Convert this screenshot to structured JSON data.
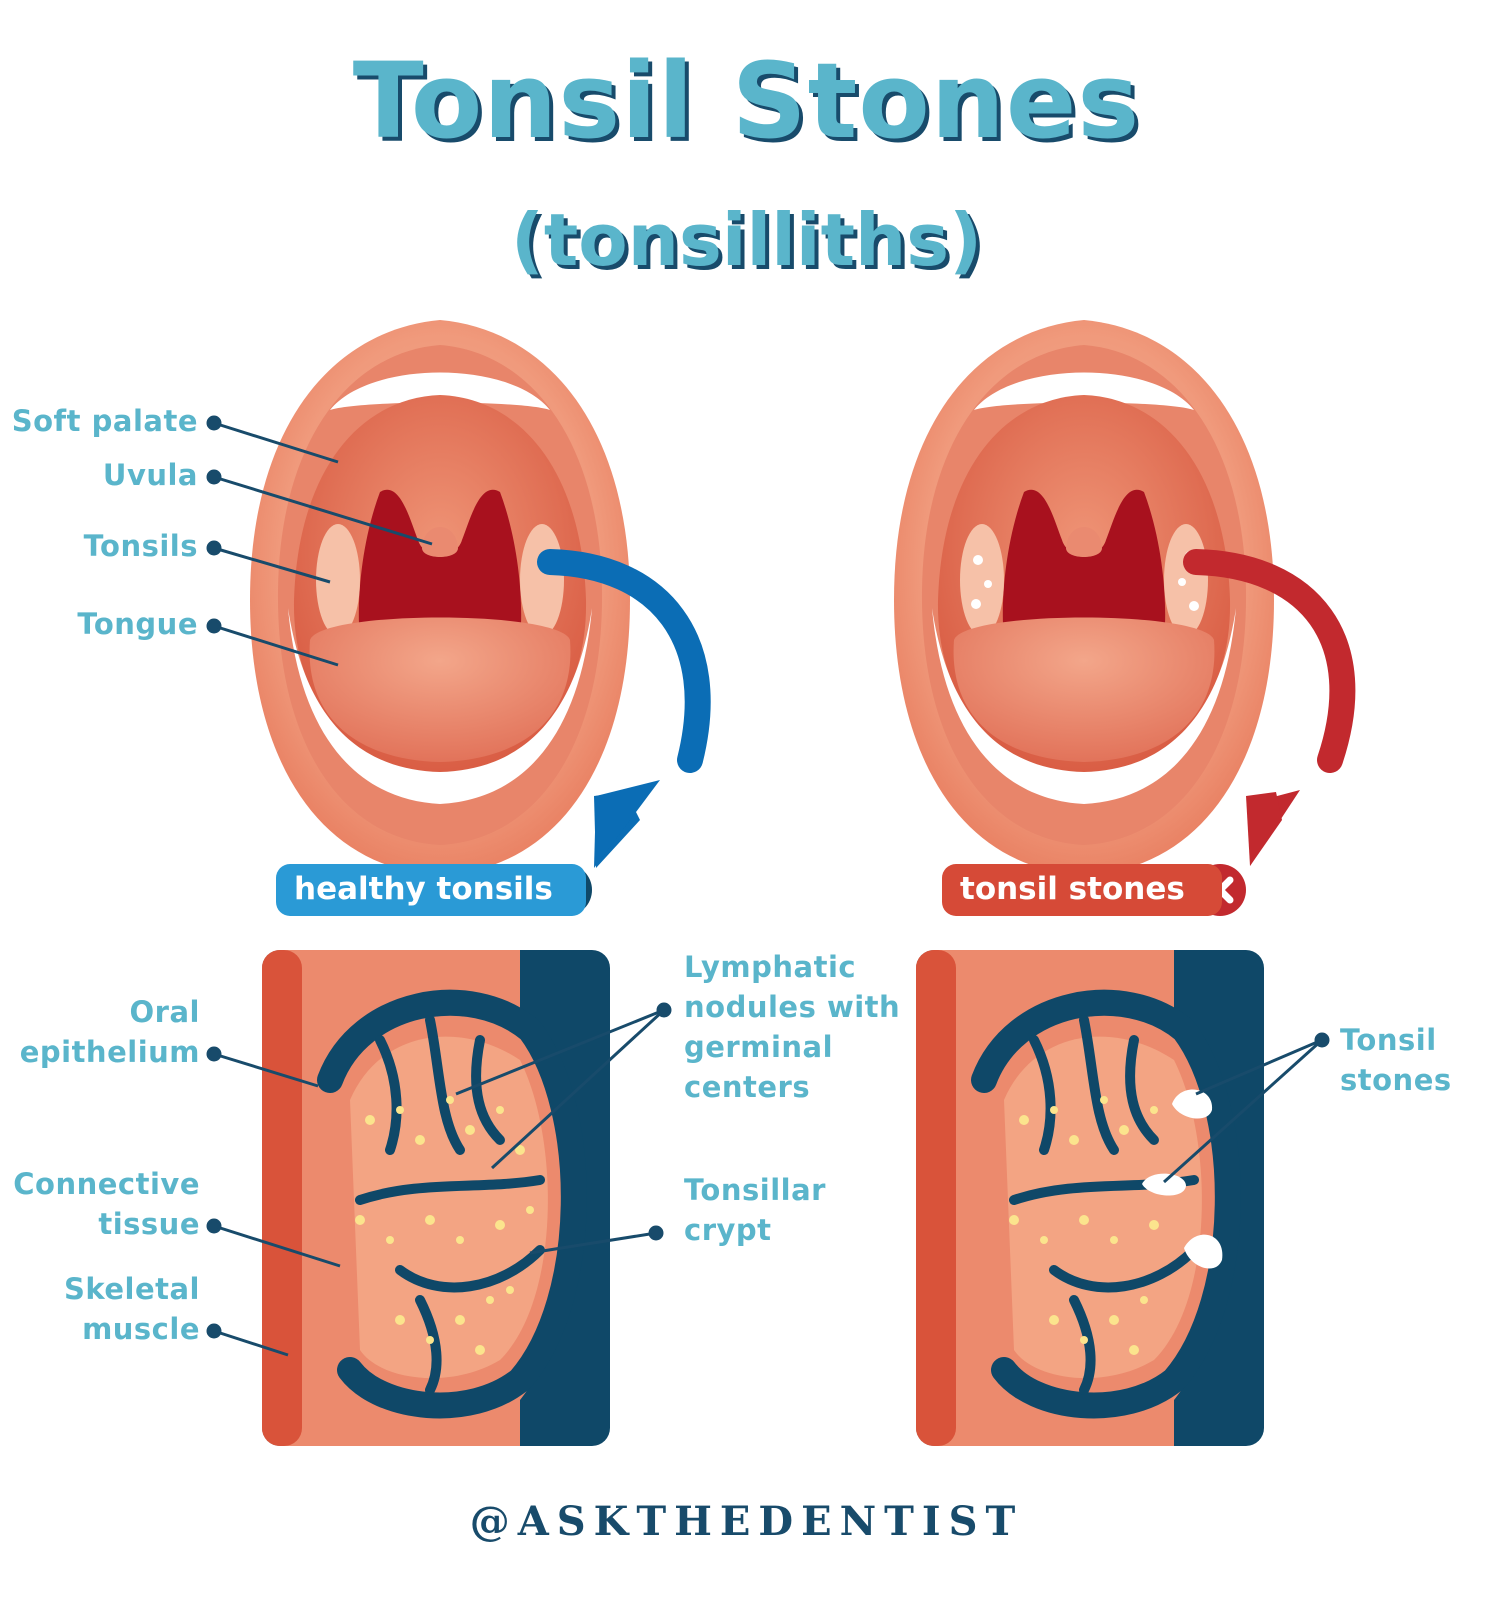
{
  "title": "Tonsil Stones",
  "subtitle": "(tonsilliths)",
  "mouth_labels": {
    "soft_palate": "Soft palate",
    "uvula": "Uvula",
    "tonsils": "Tonsils",
    "tongue": "Tongue"
  },
  "badges": {
    "healthy": "healthy tonsils",
    "stones": "tonsil stones"
  },
  "tissue_labels": {
    "oral_epithelium_1": "Oral",
    "oral_epithelium_2": "epithelium",
    "connective_1": "Connective",
    "connective_2": "tissue",
    "skeletal_1": "Skeletal",
    "skeletal_2": "muscle",
    "lymphatic_1": "Lymphatic",
    "lymphatic_2": "nodules with",
    "lymphatic_3": "germinal",
    "lymphatic_4": "centers",
    "crypt_1": "Tonsillar",
    "crypt_2": "crypt",
    "stones_1": "Tonsil",
    "stones_2": "stones"
  },
  "footer": "@ASKTHEDENTIST",
  "colors": {
    "title": "#5ab5cb",
    "title_shadow": "#184b6b",
    "healthy": "#2a9ad6",
    "stones": "#d64a37",
    "navy": "#0f4868",
    "arrow_blue": "#0b6db5",
    "arrow_red": "#c2292e"
  }
}
